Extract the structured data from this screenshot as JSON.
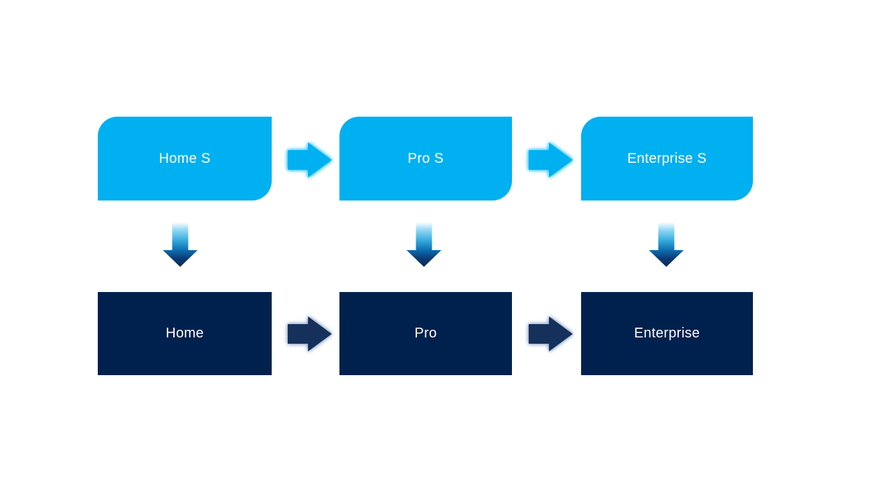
{
  "columns": [
    {
      "top": "Home S",
      "bottom": "Home"
    },
    {
      "top": "Pro S",
      "bottom": "Pro"
    },
    {
      "top": "Enterprise S",
      "bottom": "Enterprise"
    }
  ],
  "colors": {
    "background": "#FFFFFF",
    "light_blue": "#00B0F0",
    "navy_box": "#00214E",
    "navy_arrow": "#16305C",
    "label_text": "#FFFFFF",
    "light_arrow_glow": "rgba(0,186,255,0.75)",
    "dark_arrow_glow": "rgba(122,148,188,0.75)",
    "down_gradient": [
      "#FFFFFF",
      "#9ADBF6",
      "#38ACDF",
      "#0F6FB2",
      "#0B3A74",
      "#0D2958"
    ]
  }
}
